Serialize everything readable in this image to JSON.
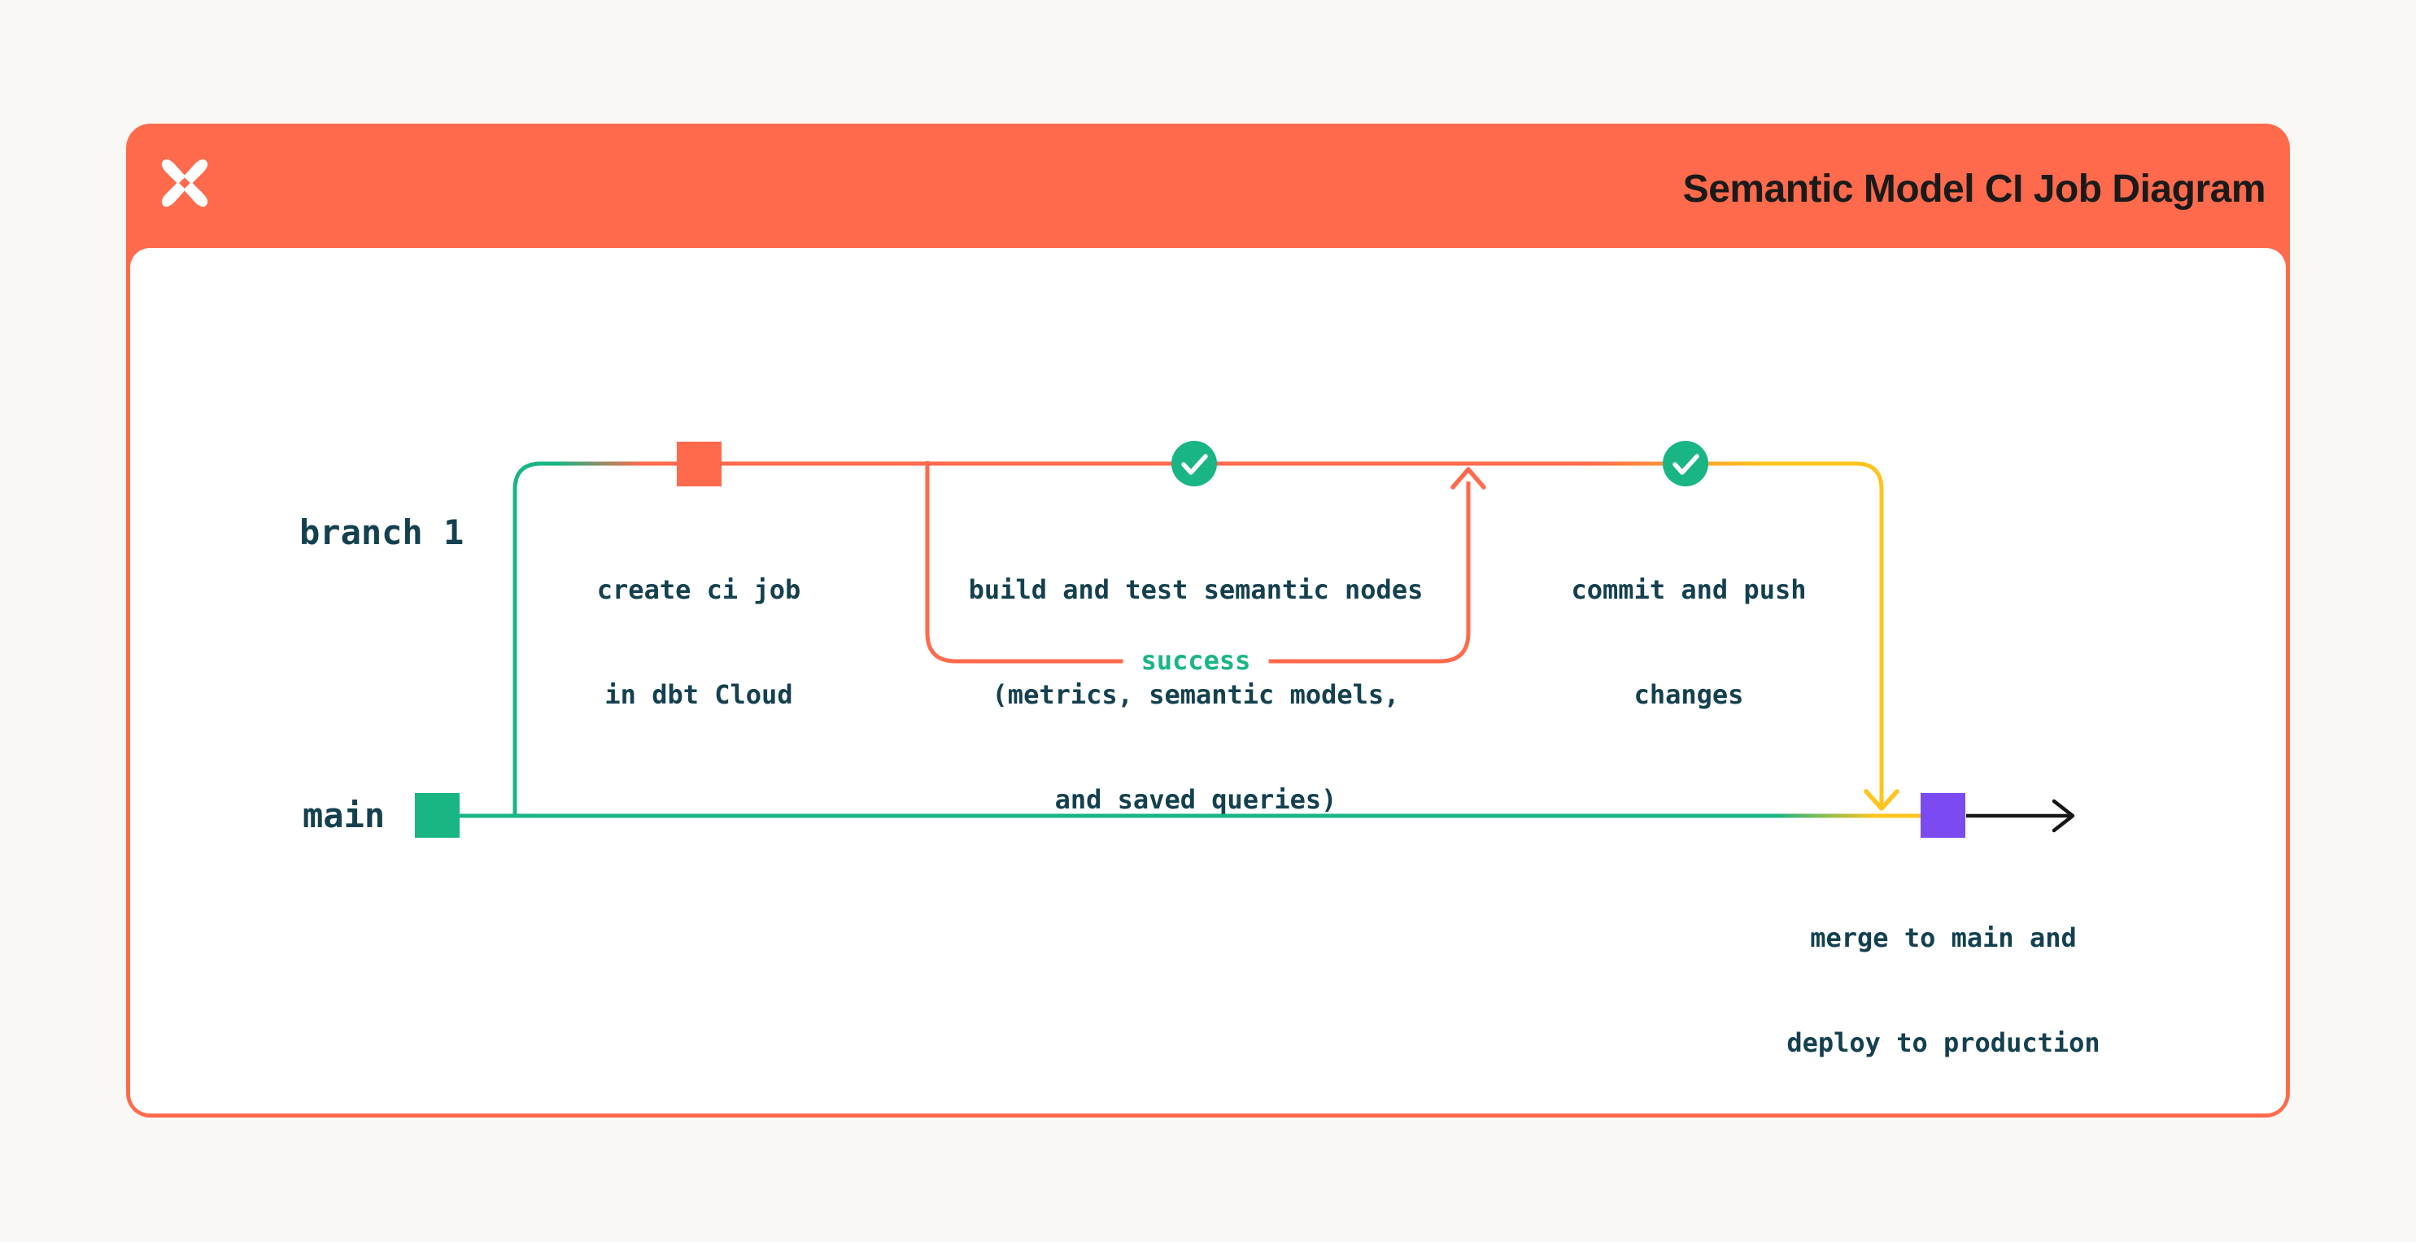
{
  "header": {
    "title": "Semantic Model CI Job Diagram",
    "logo_icon": "dbt-logo"
  },
  "lanes": {
    "branch": "branch 1",
    "main": "main"
  },
  "nodes": {
    "create_ci_job": {
      "lines": [
        "create ci job",
        "in dbt Cloud"
      ]
    },
    "build_test": {
      "lines": [
        "build and test semantic nodes",
        "(metrics, semantic models,",
        "and saved queries)"
      ]
    },
    "commit_push": {
      "lines": [
        "commit and push",
        "changes"
      ]
    },
    "merge_deploy": {
      "lines": [
        "merge to main and",
        "deploy to production"
      ]
    },
    "retry_loop_label": "success"
  },
  "colors": {
    "orange": "#FF6A4C",
    "green": "#19B585",
    "yellow": "#FFC41E",
    "purple": "#7B4BF1",
    "ink": "#14404F",
    "title": "#1A1A1A",
    "arrow": "#161616"
  }
}
